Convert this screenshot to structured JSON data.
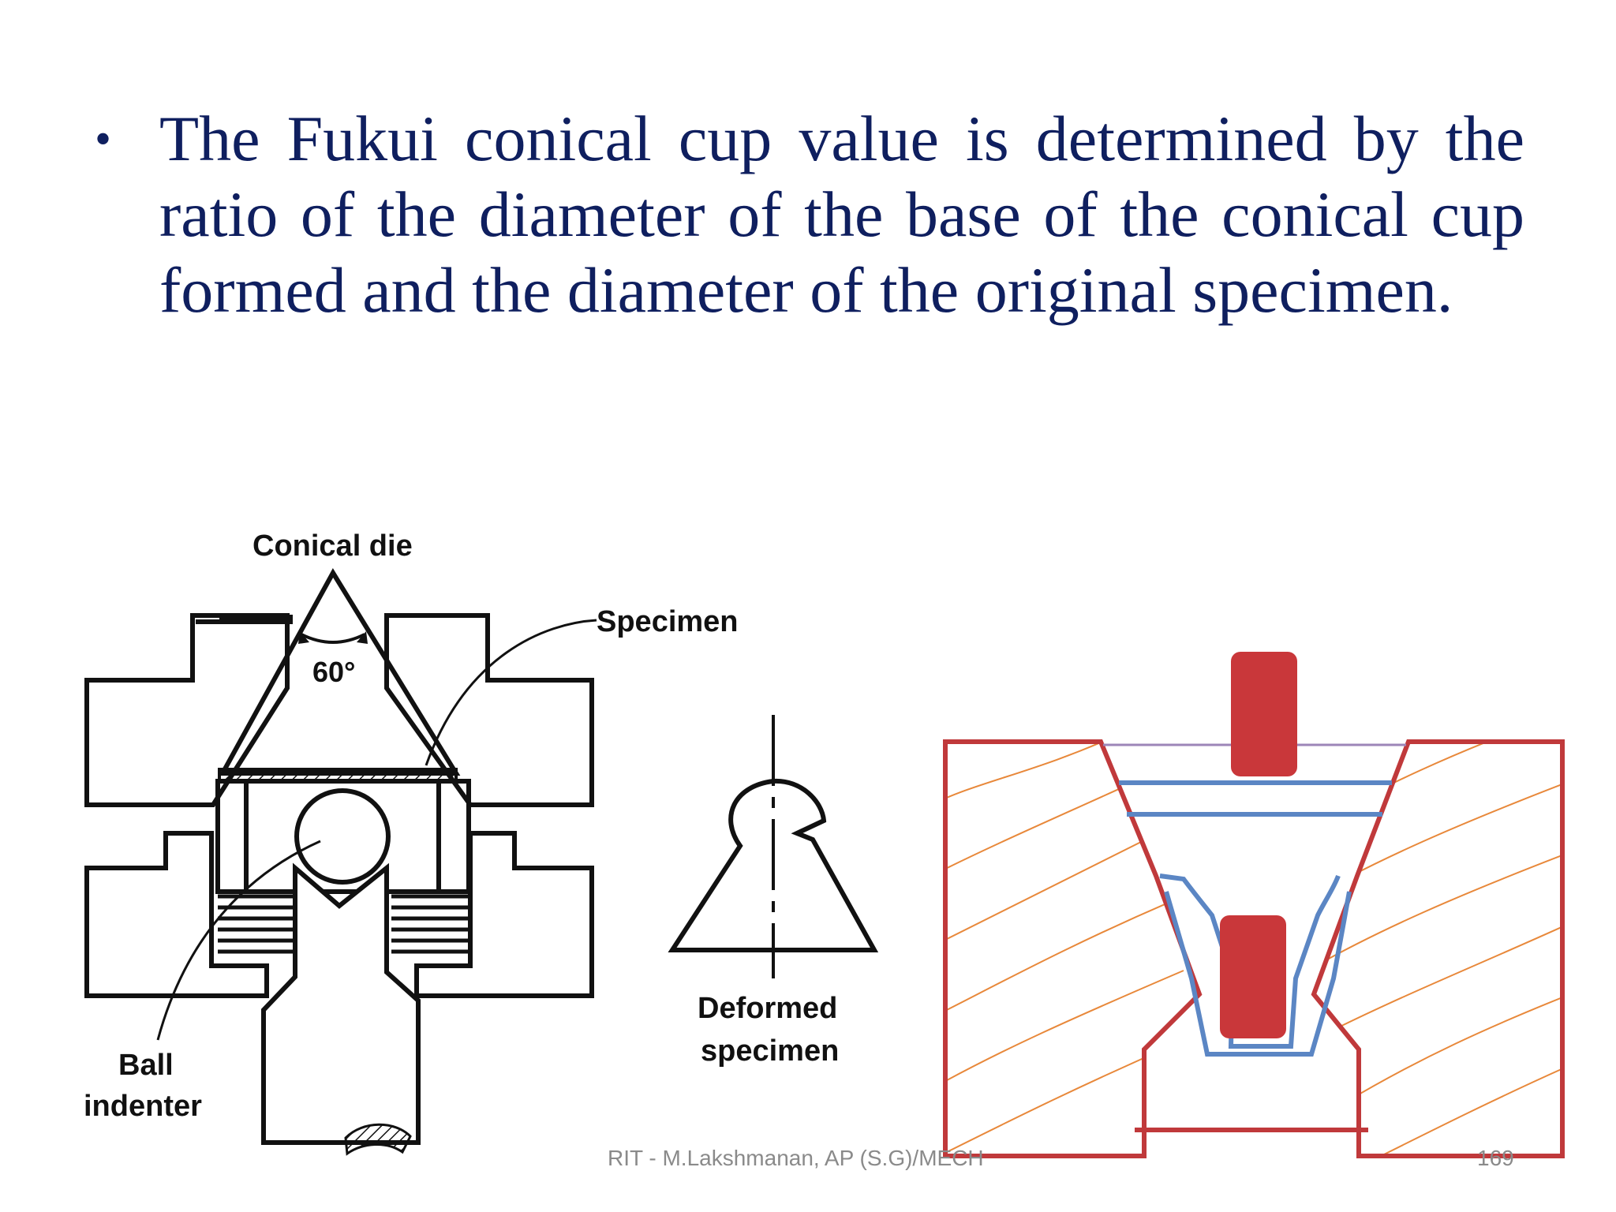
{
  "slide": {
    "bullet": "•",
    "text_lines": [
      "The Fukui conical cup value is determined by the",
      "ratio of the diameter of the base of the conical cup",
      "formed and the diameter of the original specimen."
    ]
  },
  "diagram": {
    "labels": {
      "conical_die": "Conical die",
      "angle": "60°",
      "specimen": "Specimen",
      "ball_indenter_1": "Ball",
      "ball_indenter_2": "indenter",
      "deformed_1": "Deformed",
      "deformed_2": "specimen"
    },
    "colors": {
      "ink": "#111111",
      "die_outline": "#c0393b",
      "hatch": "#e8883a",
      "specimen_blue": "#5b86c4",
      "punch_red": "#c9373a"
    }
  },
  "footer": {
    "left": "RIT - M.Lakshmanan, AP (S.G)/MECH",
    "right": "169"
  }
}
